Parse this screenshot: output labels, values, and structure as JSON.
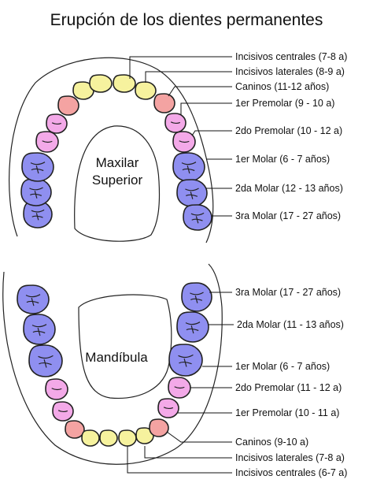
{
  "title": "Erupción de los dientes permanentes",
  "colors": {
    "incisor": "#f6f29e",
    "canine": "#f4a3a2",
    "premolar": "#f3a9e8",
    "molar": "#8f8ff0",
    "outline": "#222222"
  },
  "upper": {
    "name_line1": "Maxilar",
    "name_line2": "Superior",
    "labels": [
      "Incisivos centrales (7-8 a)",
      "Incisivos laterales (8-9 a)",
      "Caninos (11-12 años)",
      "1er Premolar (9 - 10 a)",
      "2do Premolar (10 - 12 a)",
      "1er Molar (6 - 7 años)",
      "2da Molar (12 - 13 años)",
      "3ra Molar (17 - 27 años)"
    ]
  },
  "lower": {
    "name": "Mandíbula",
    "labels": [
      "3ra Molar (17 - 27 años)",
      "2da Molar (11 - 13 años)",
      "1er Molar (6 - 7 años)",
      "2do Premolar (11 - 12 a)",
      "1er Premolar (10 - 11 a)",
      "Caninos (9-10 a)",
      "Incisivos laterales (7-8 a)",
      "Incisivos centrales (6-7 a)"
    ]
  }
}
